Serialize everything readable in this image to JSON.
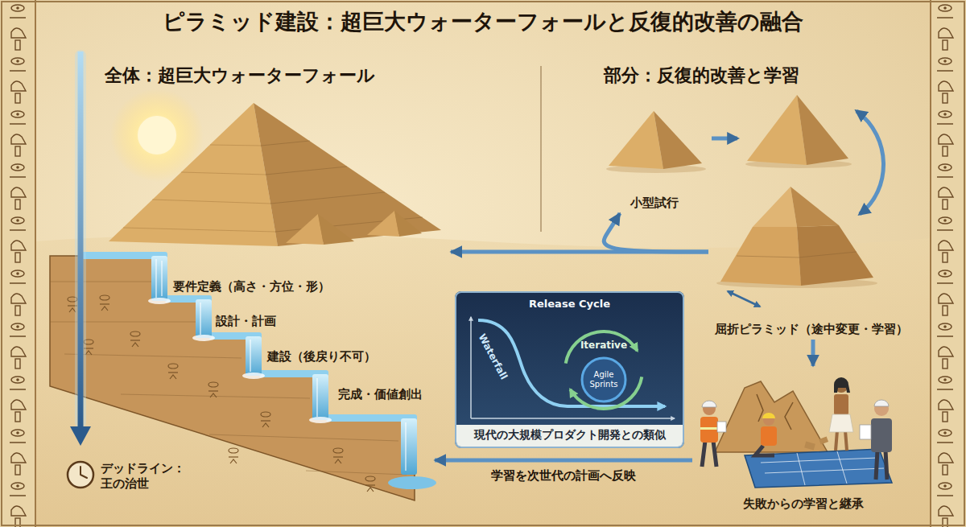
{
  "diagram": {
    "title": "ピラミッド建設：超巨大ウォーターフォールと反復的改善の融合",
    "nodes": [
      {
        "text": [
          "要件定義（高さ・方位・形）"
        ]
      },
      {
        "text": [
          "設計・計画"
        ]
      },
      {
        "text": [
          "建設（後戻り不可）"
        ]
      },
      {
        "text": [
          "完成・価値創出"
        ]
      },
      {
        "text": [
          "デッドライン： 王の治世"
        ]
      },
      {
        "text": [
          "小型試行"
        ]
      },
      {
        "text": [
          "屈折ピラミッド（途中変更・学習）"
        ]
      },
      {
        "text": [
          "失敗からの学習と継承"
        ]
      },
      {
        "text": [
          "Release Cycle",
          "Waterfall",
          "Iterative",
          "Agile Sprints",
          "現代の大規模プロダクト開発との類似"
        ]
      }
    ],
    "edges": [
      {
        "from": 6,
        "to": 0,
        "arrow": "to"
      },
      {
        "from": 6,
        "to": 5,
        "arrow": "to"
      },
      {
        "from": 6,
        "to": 7,
        "arrow": "to"
      },
      {
        "from": 7,
        "to": 3,
        "label": "学習を次世代の計画へ反映",
        "arrow": "to"
      }
    ],
    "labels": [
      "全体：超巨大ウォーターフォール",
      "部分：反復的改善と学習"
    ]
  }
}
